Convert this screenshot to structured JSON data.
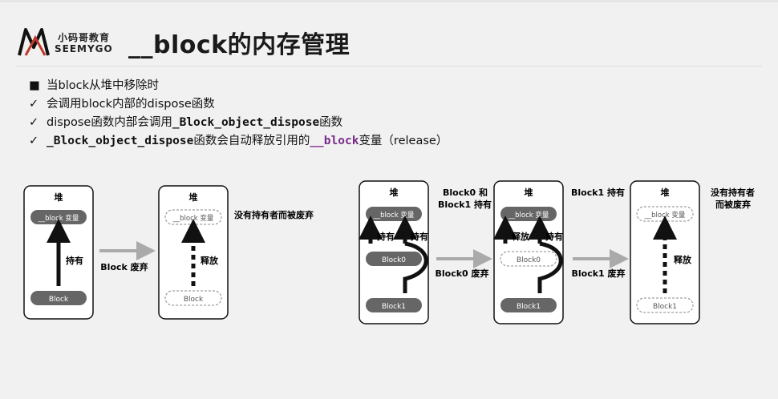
{
  "colors": {
    "accent_bar": "#e0e0e0",
    "pill_dark": "#666666",
    "arrow": "#111111",
    "gray_arrow": "#aaaaaa",
    "keyword_purple": "#7a2a8a"
  },
  "logo": {
    "name": "小码哥教育",
    "brand": "SEEMYGO",
    "icon": "m-logo-icon"
  },
  "title": "__block的内存管理",
  "bullets": {
    "b1": {
      "marker": "■",
      "text": "当block从堆中移除时"
    },
    "b2": {
      "marker": "✓",
      "text": "会调用block内部的dispose函数"
    },
    "b3": {
      "marker": "✓",
      "pre": "dispose函数内部会调用",
      "code": "_Block_object_dispose",
      "post": "函数"
    },
    "b4": {
      "marker": "✓",
      "code": "_Block_object_dispose",
      "mid": "函数会自动释放引用的",
      "code2": "__block",
      "post": "变量（release）"
    }
  },
  "diagram": {
    "heap": "堆",
    "block_var": "__block 变量",
    "block": "Block",
    "block0": "Block0",
    "block1": "Block1",
    "hold": "持有",
    "release": "释放",
    "block_discard": "Block 废弃",
    "block0_discard": "Block0 废弃",
    "block1_discard": "Block1 废弃",
    "no_owner_1": "没有持有者而被废弃",
    "no_owner_2a": "没有持有者",
    "no_owner_2b": "而被废弃",
    "both_hold_a": "Block0 和",
    "both_hold_b": "Block1 持有",
    "block1_hold": "Block1 持有"
  }
}
